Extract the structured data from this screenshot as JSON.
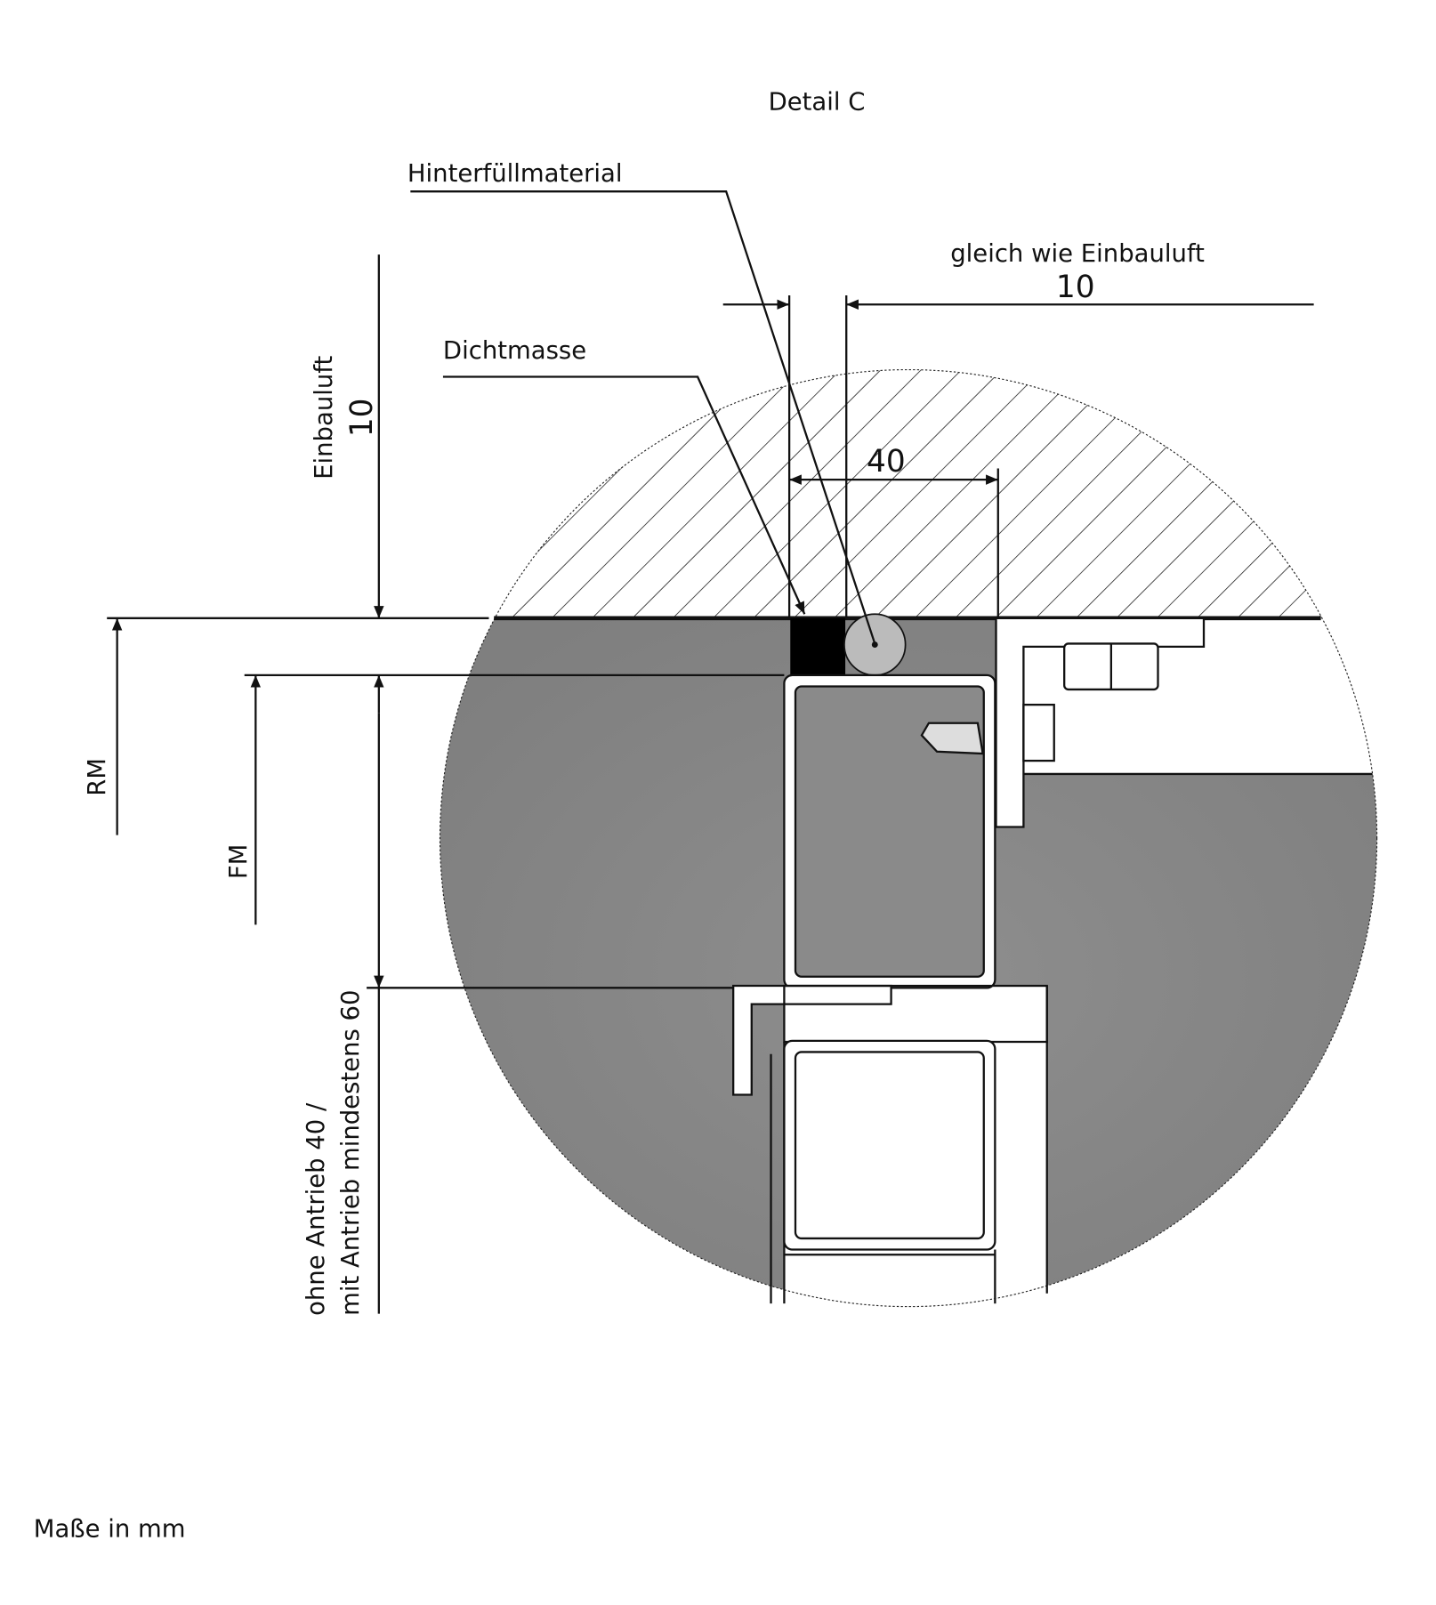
{
  "title": "Detail C",
  "labels": {
    "backfill": "Hinterfüllmaterial",
    "sealant": "Dichtmasse",
    "same_as": "gleich wie Einbauluft",
    "top_dim": "10",
    "dim_40": "40",
    "einbauluft": "Einbauluft",
    "einbauluft_value": "10",
    "rm": "RM",
    "fm": "FM",
    "bottom_line1": "ohne Antrieb 40 /",
    "bottom_line2": "mit Antrieb mindestens 60",
    "units": "Maße in mm"
  }
}
